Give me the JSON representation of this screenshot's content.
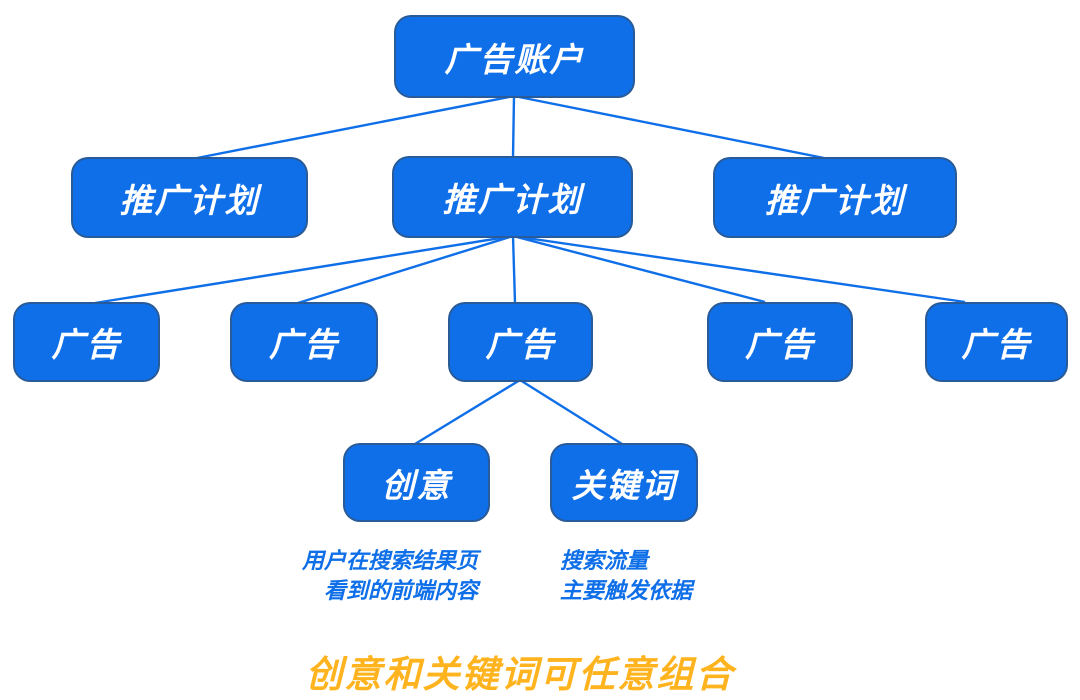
{
  "colors": {
    "node_blue": "#0f6fe8",
    "line_blue": "#0f6fe8",
    "node_text": "#ffffff",
    "annotation_blue": "#0f6fe8",
    "footer_orange": "#ffb41f",
    "background": "#ffffff"
  },
  "nodes": {
    "account": {
      "label": "广告账户"
    },
    "plans": [
      {
        "label": "推广计划"
      },
      {
        "label": "推广计划"
      },
      {
        "label": "推广计划"
      }
    ],
    "ads": [
      {
        "label": "广告"
      },
      {
        "label": "广告"
      },
      {
        "label": "广告"
      },
      {
        "label": "广告"
      },
      {
        "label": "广告"
      }
    ],
    "leaves": [
      {
        "label": "创意"
      },
      {
        "label": "关键词"
      }
    ]
  },
  "annotations": {
    "creative": [
      "用户在搜索结果页",
      "看到的前端内容"
    ],
    "keyword": [
      "搜索流量",
      "主要触发依据"
    ]
  },
  "footer": {
    "text": "创意和关键词可任意组合"
  }
}
